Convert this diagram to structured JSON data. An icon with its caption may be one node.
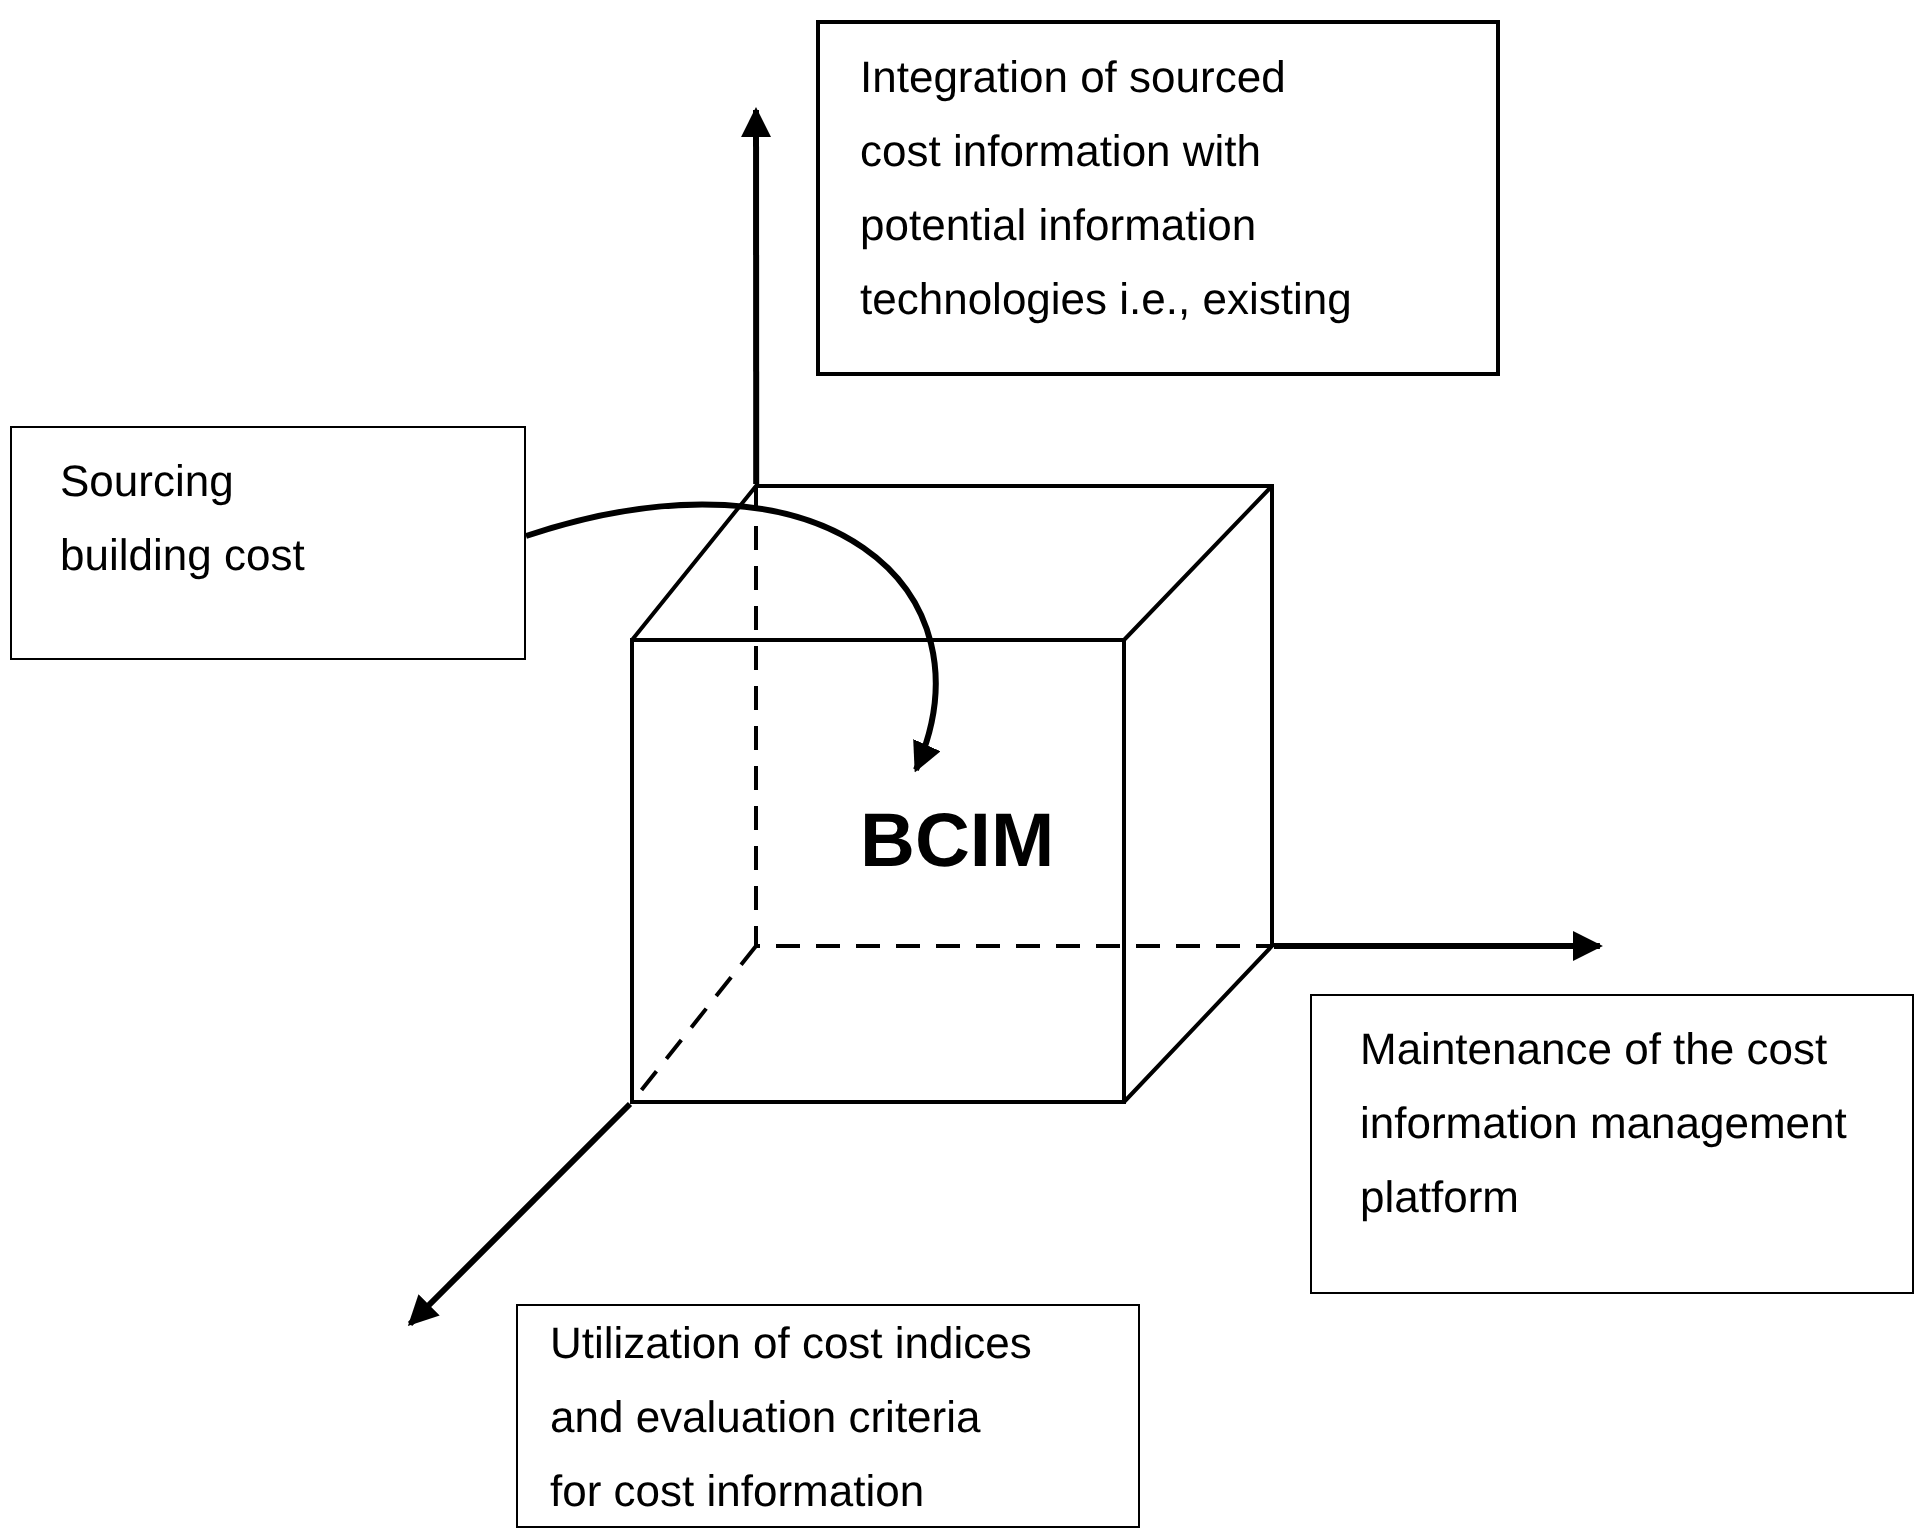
{
  "diagram": {
    "nodes": [
      {
        "text": [
          "Integration of sourced cost information with potential information technologies i.e., existing"
        ]
      },
      {
        "text": [
          "Sourcing building cost"
        ]
      },
      {
        "text": [
          "BCIM"
        ]
      },
      {
        "text": [
          "Maintenance of the cost information management platform"
        ]
      },
      {
        "text": [
          "Utilization of cost indices and evaluation criteria for cost information"
        ]
      }
    ],
    "edges": [
      {
        "from": 1,
        "to": 2,
        "arrow": "to"
      },
      {
        "from": 2,
        "to": 0,
        "arrow": "to"
      },
      {
        "from": 2,
        "to": 3,
        "arrow": "to"
      },
      {
        "from": 2,
        "to": null,
        "arrow": "to"
      }
    ]
  }
}
